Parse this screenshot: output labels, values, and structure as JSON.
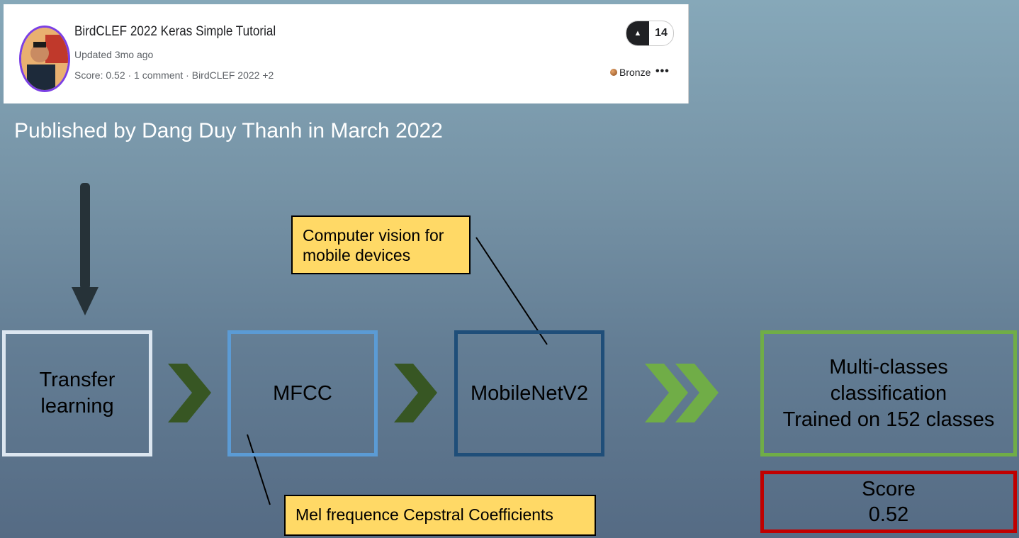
{
  "card": {
    "title": "BirdCLEF 2022 Keras Simple Tutorial",
    "updated": "Updated 3mo ago",
    "meta": "Score: 0.52 · 1 comment · BirdCLEF 2022 +2",
    "votes": "14",
    "medal": "Bronze",
    "more": "•••"
  },
  "published": "Published by Dang Duy Thanh in March 2022",
  "flow": {
    "transfer": "Transfer learning",
    "mfcc": "MFCC",
    "mobilenet": "MobileNetV2",
    "multi_line1": "Multi-classes",
    "multi_line2": "classification",
    "multi_line3": "Trained on 152 classes",
    "score_label": "Score",
    "score_value": "0.52"
  },
  "callouts": {
    "computer_vision": "Computer vision for mobile devices",
    "mel": "Mel frequence Cepstral Coefficients"
  },
  "colors": {
    "transfer_border": "#dce6f0",
    "mfcc_border": "#5b9bd5",
    "mobilenet_border": "#1f4e79",
    "multi_border": "#70ad47",
    "score_border": "#c00000",
    "callout_fill": "#ffd966",
    "chevron_dark": "#375623",
    "chevron_light": "#70ad47"
  }
}
